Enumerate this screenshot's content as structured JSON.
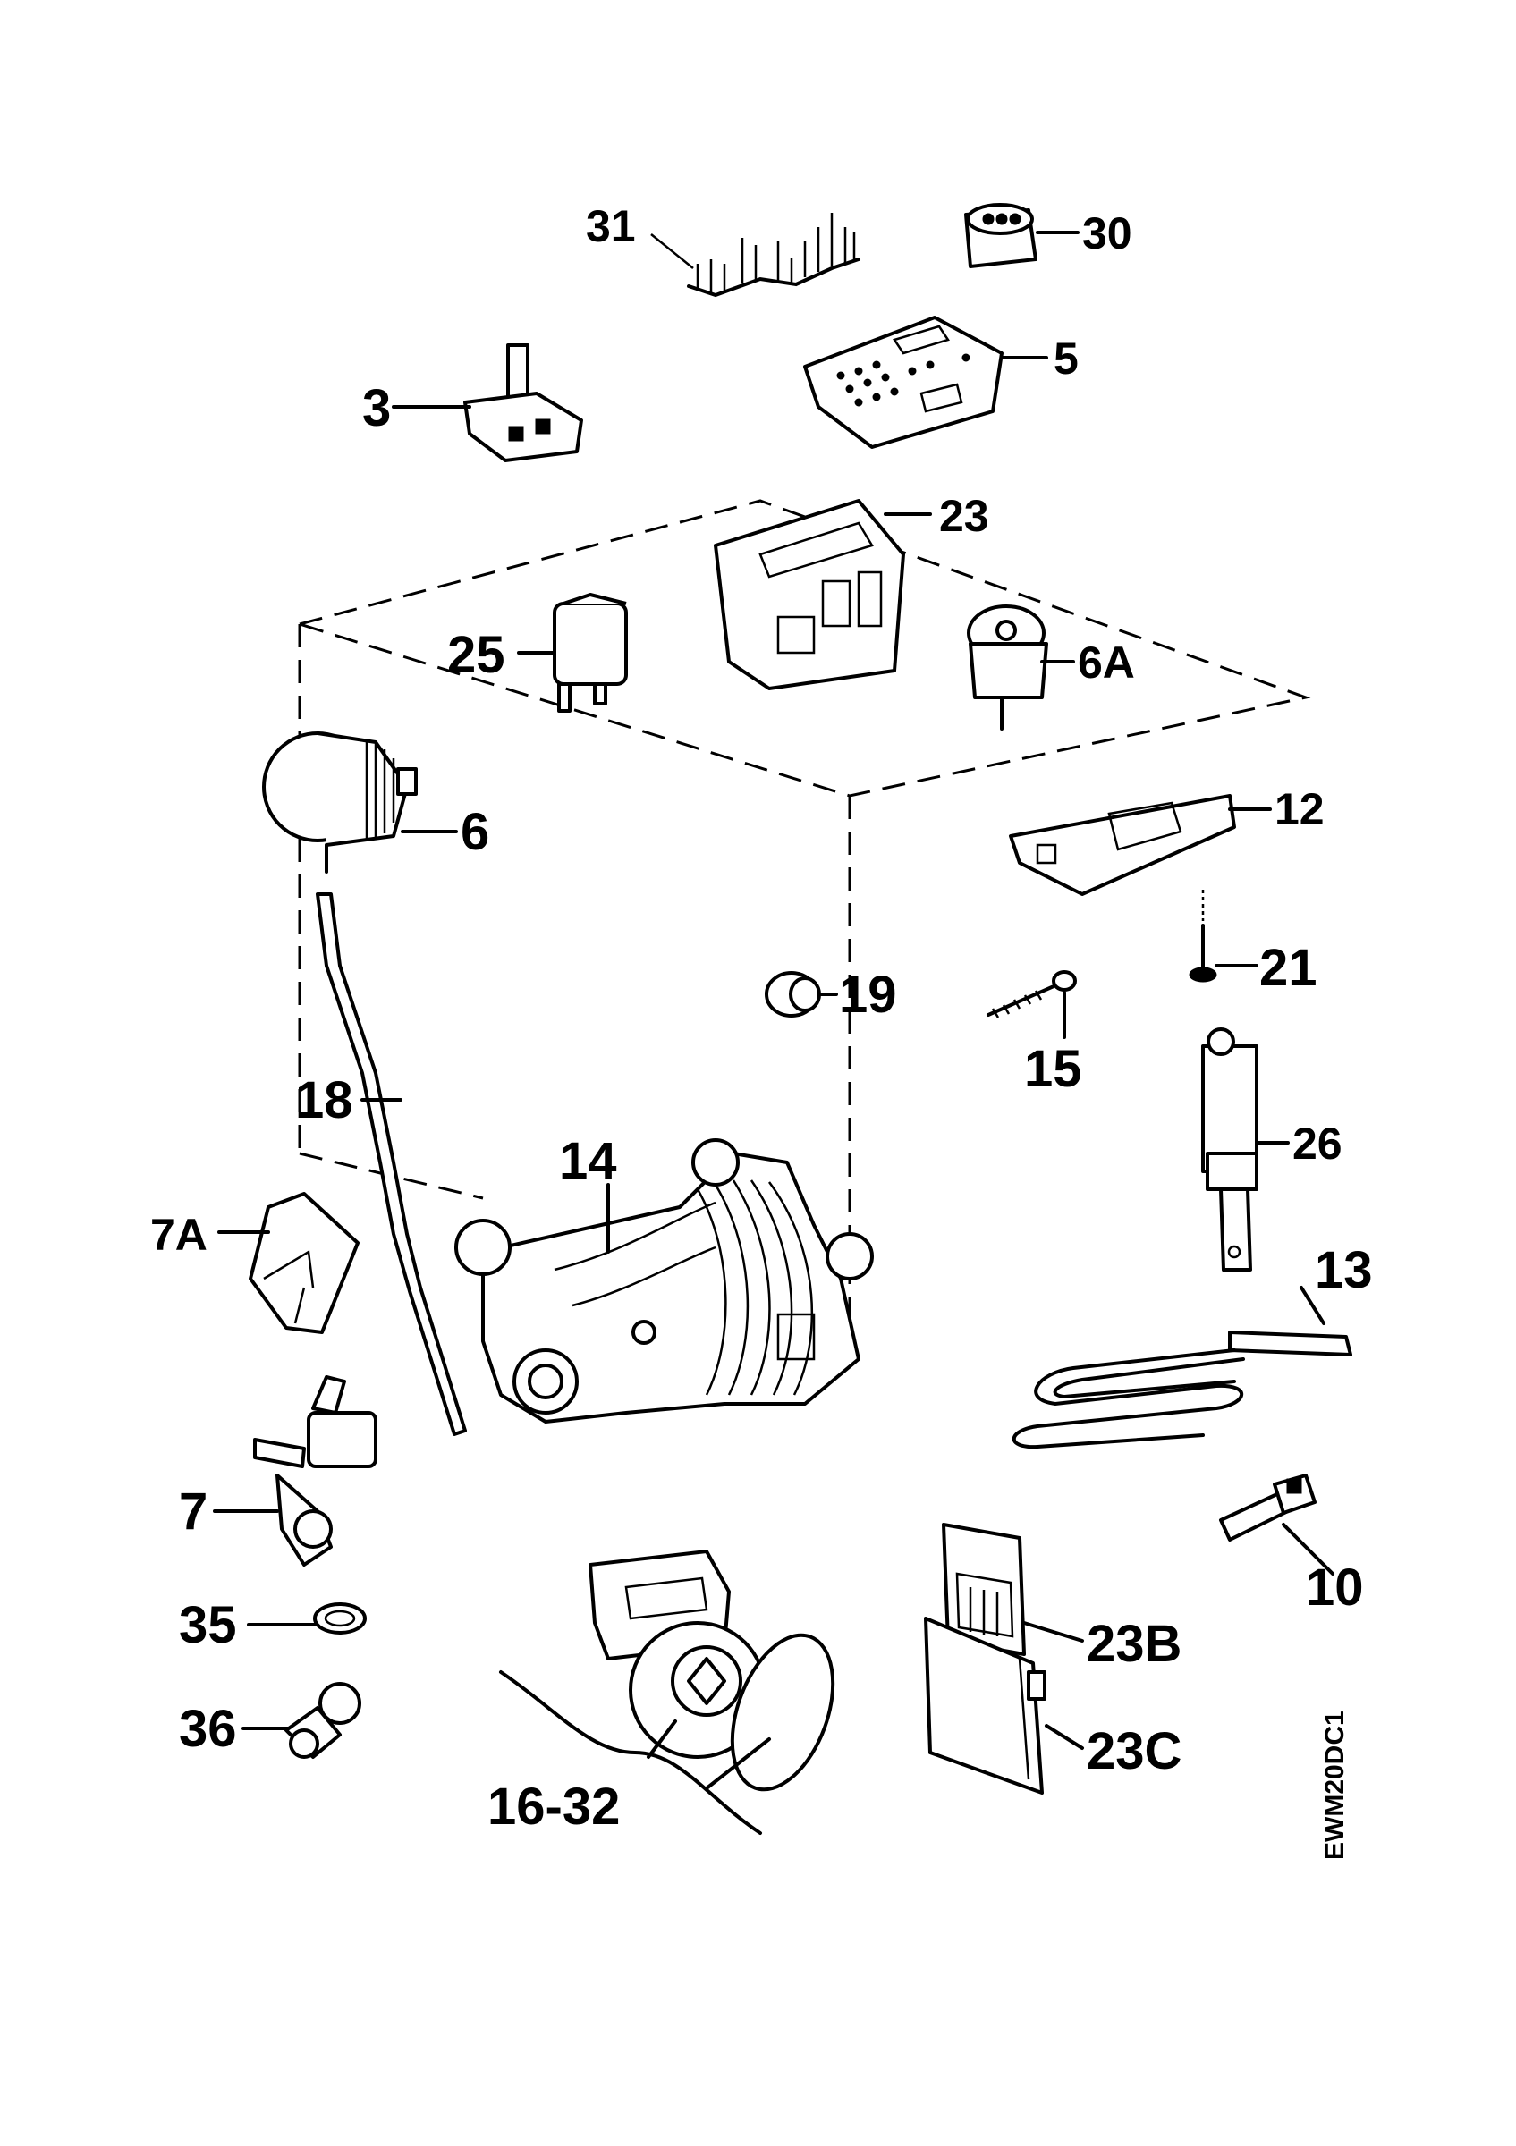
{
  "labels": {
    "p31": "31",
    "p30": "30",
    "p5": "5",
    "p3": "3",
    "p23": "23",
    "p25": "25",
    "p6A": "6A",
    "p6": "6",
    "p12": "12",
    "p21": "21",
    "p19": "19",
    "p15": "15",
    "p18": "18",
    "p26": "26",
    "p14": "14",
    "p7A": "7A",
    "p13": "13",
    "p7": "7",
    "p10": "10",
    "p35": "35",
    "p23B": "23B",
    "p36": "36",
    "p23C": "23C",
    "p16_32": "16-32"
  },
  "diagram_code": "EWM20DC1"
}
